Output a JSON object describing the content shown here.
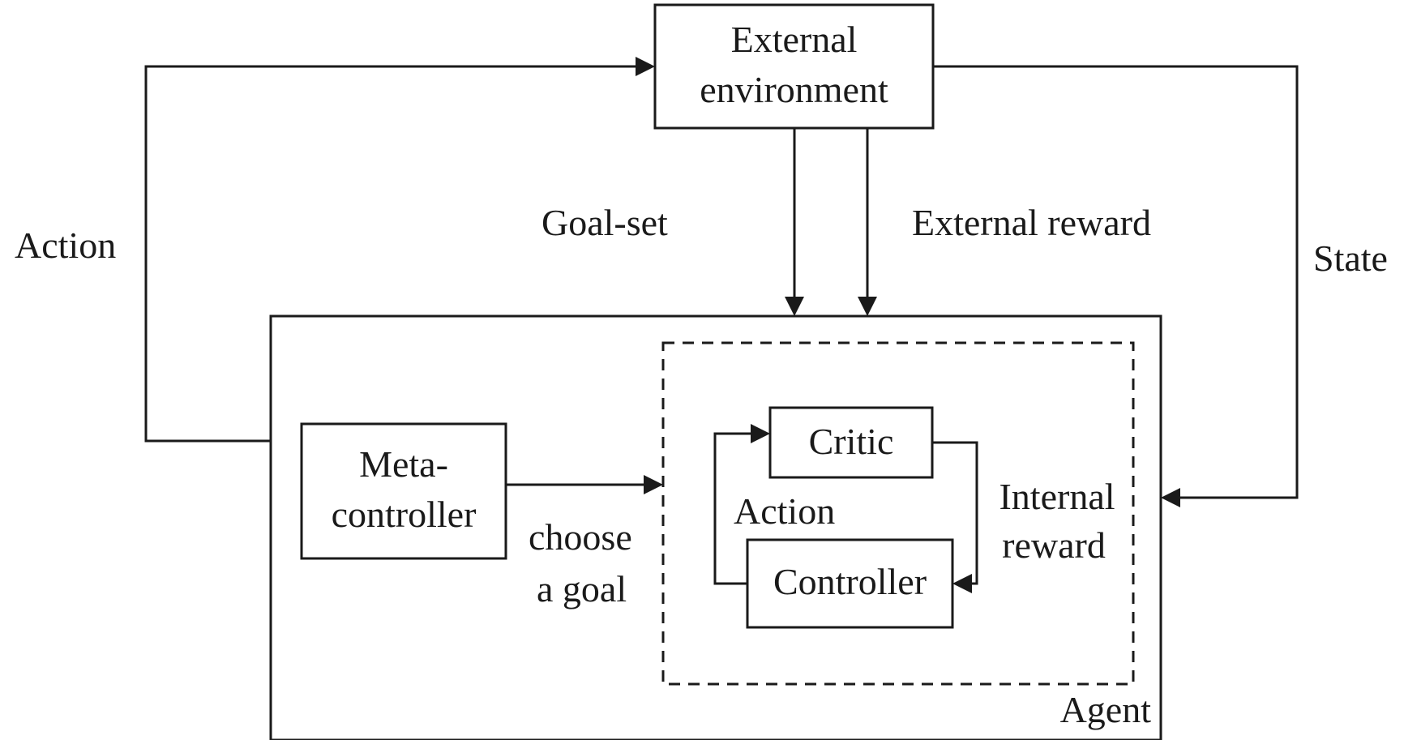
{
  "diagram": {
    "nodes": {
      "external_environment": {
        "line1": "External",
        "line2": "environment"
      },
      "agent": {
        "label": "Agent"
      },
      "meta_controller": {
        "line1": "Meta-",
        "line2": "controller"
      },
      "critic": {
        "label": "Critic"
      },
      "controller": {
        "label": "Controller"
      }
    },
    "edges": {
      "action_outer": {
        "label": "Action"
      },
      "state": {
        "label": "State"
      },
      "goal_set": {
        "label": "Goal-set"
      },
      "external_reward": {
        "label": "External reward"
      },
      "choose_goal": {
        "line1": "choose",
        "line2": "a goal"
      },
      "action_inner": {
        "label": "Action"
      },
      "internal_reward": {
        "line1": "Internal",
        "line2": "reward"
      }
    }
  }
}
